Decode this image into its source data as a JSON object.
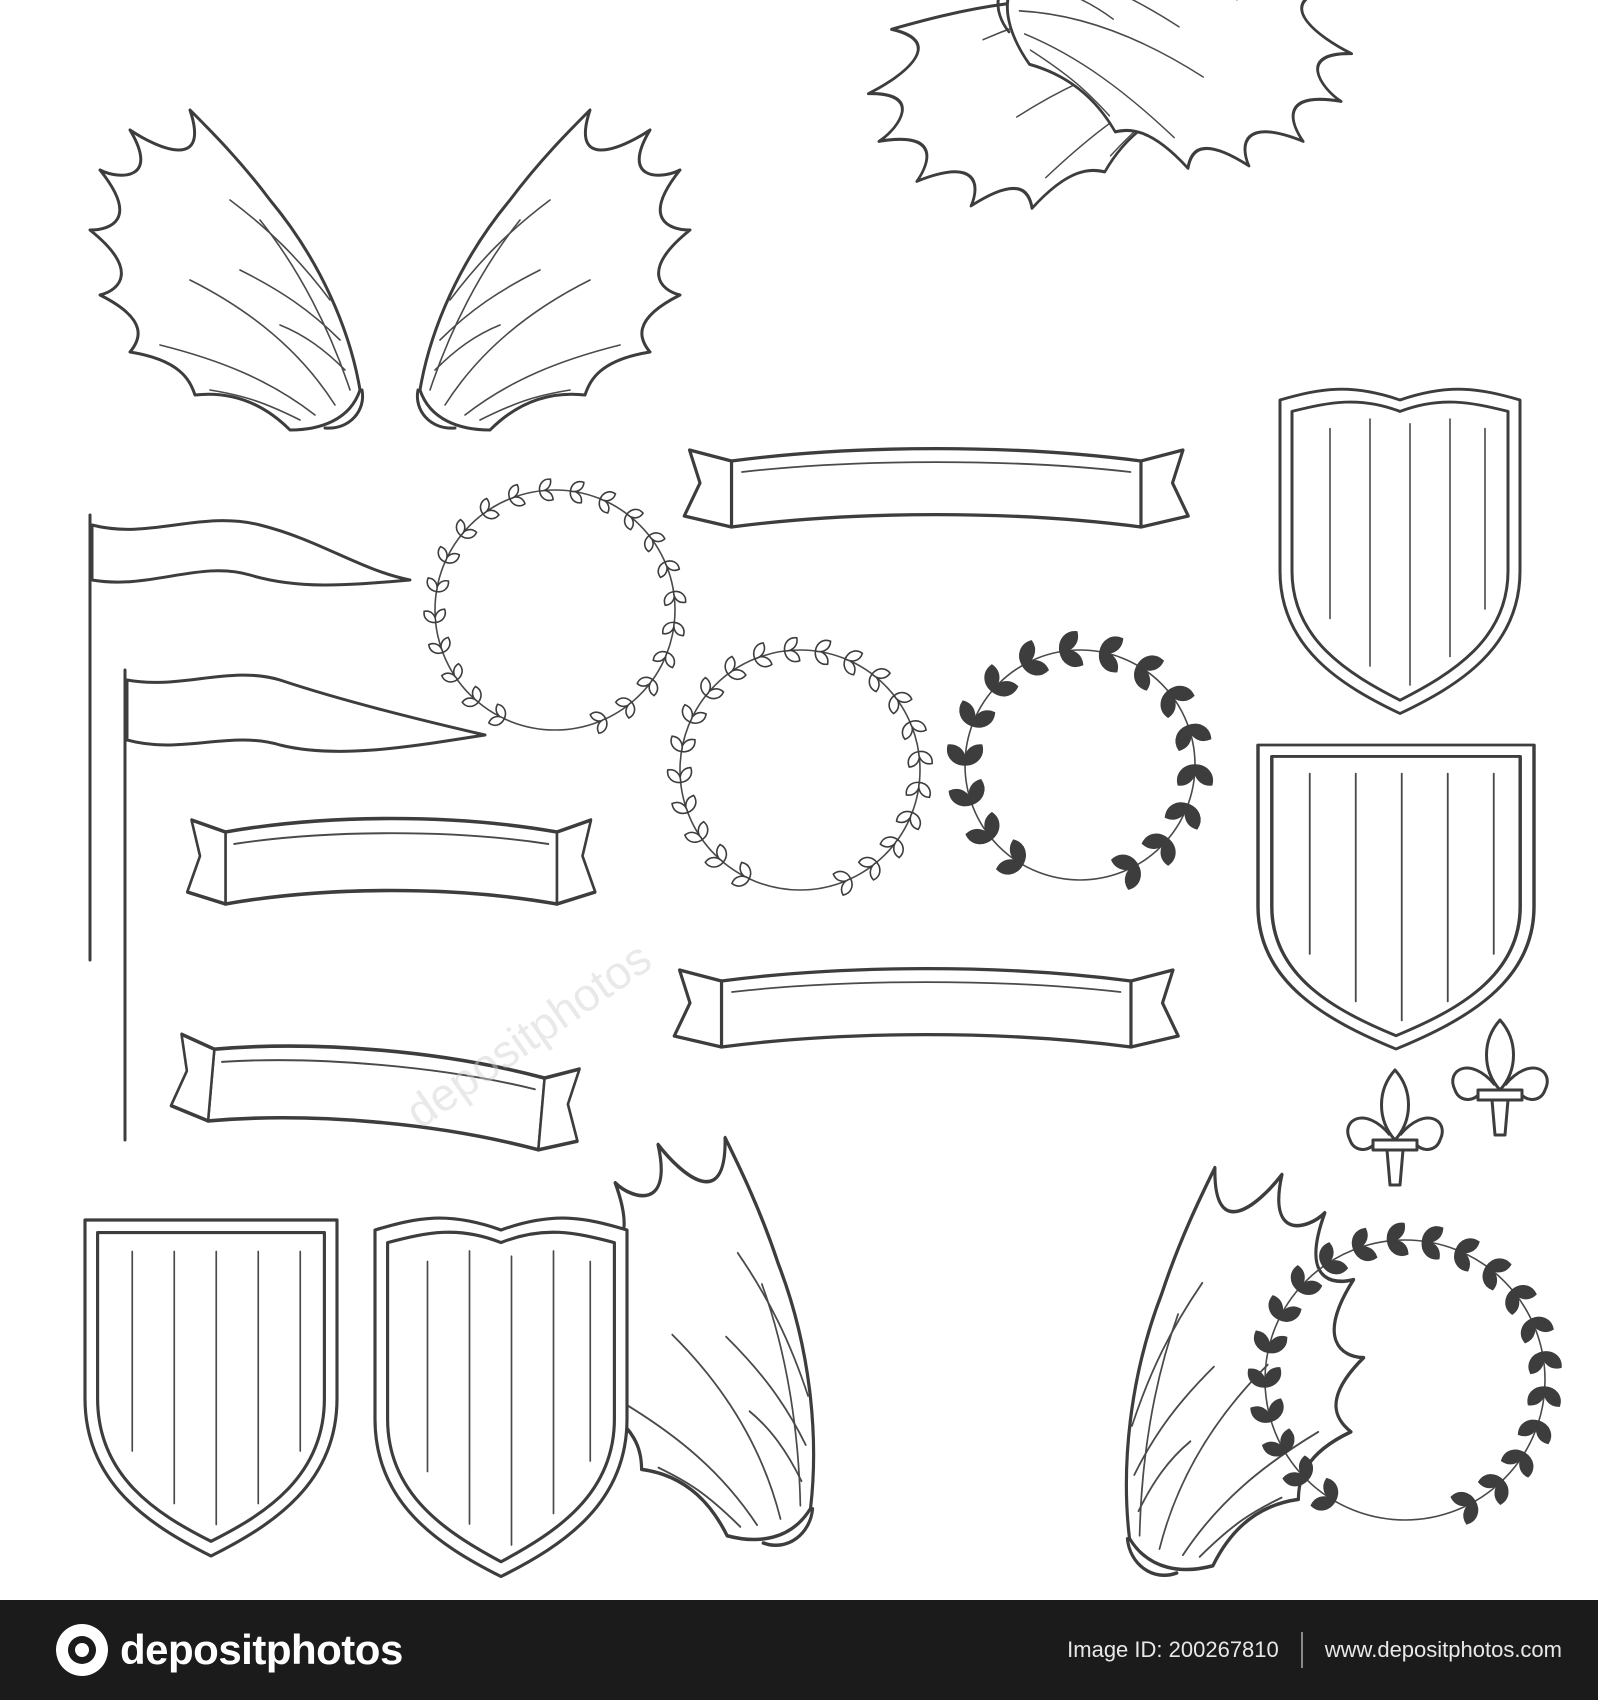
{
  "artwork": {
    "items": [
      {
        "kind": "wing-pair",
        "icon": "wing-icon"
      },
      {
        "kind": "wing-pair",
        "icon": "wing-icon"
      },
      {
        "kind": "wing-pair",
        "icon": "wing-icon"
      },
      {
        "kind": "ribbon-banner",
        "icon": "ribbon-icon",
        "count": 4
      },
      {
        "kind": "pennant-flag",
        "icon": "pennant-icon",
        "count": 2
      },
      {
        "kind": "laurel-wreath",
        "icon": "laurel-icon",
        "count": 4
      },
      {
        "kind": "heraldic-shield",
        "icon": "shield-icon",
        "count": 4
      },
      {
        "kind": "fleur-de-lis",
        "icon": "fleur-de-lis-icon",
        "count": 2
      }
    ],
    "colors": {
      "ink": "#3d3d3d",
      "background": "#ffffff",
      "footer": "#1b1b1b"
    }
  },
  "footer": {
    "brand_name": "depositphotos",
    "image_id_label": "Image ID:",
    "image_id": "200267810",
    "site_url": "www.depositphotos.com"
  }
}
